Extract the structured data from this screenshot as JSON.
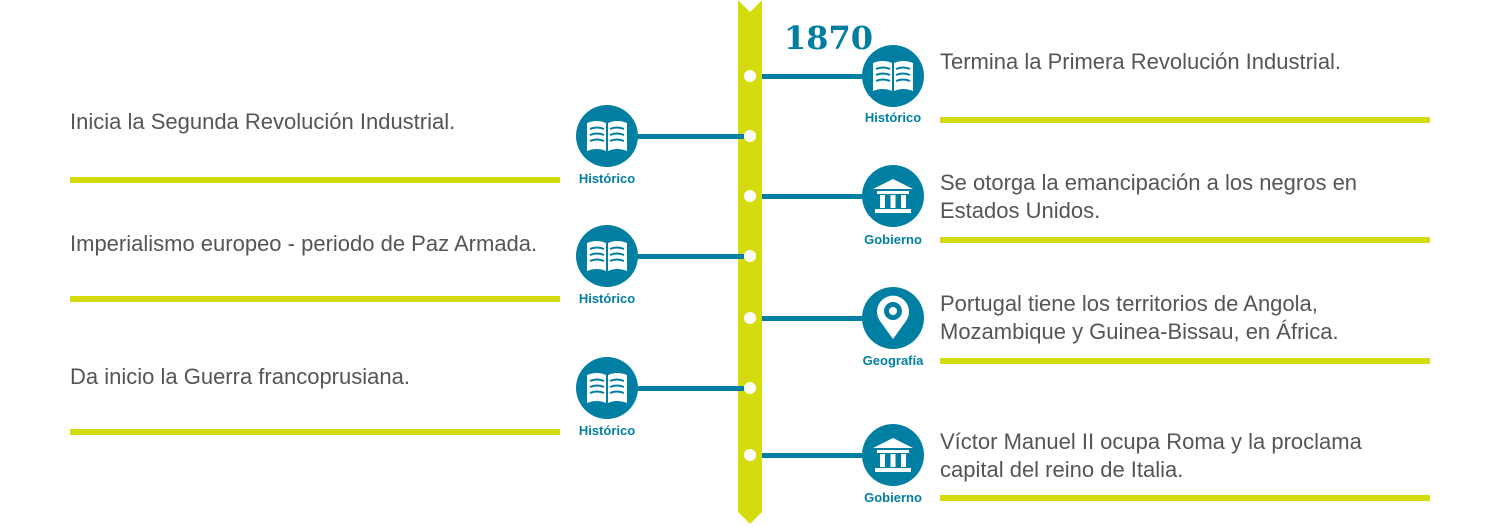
{
  "year": "1870",
  "colors": {
    "accent": "#007fa3",
    "line": "#d4dc0e"
  },
  "left": [
    {
      "text": "Inicia la Segunda Revolución Industrial.",
      "category": "Histórico",
      "icon": "book-icon"
    },
    {
      "text": "Imperialismo europeo - periodo de Paz Armada.",
      "category": "Histórico",
      "icon": "book-icon"
    },
    {
      "text": "Da inicio la Guerra francoprusiana.",
      "category": "Histórico",
      "icon": "book-icon"
    }
  ],
  "right": [
    {
      "text": "Termina la Primera Revolución Industrial.",
      "category": "Histórico",
      "icon": "book-icon"
    },
    {
      "text": "Se otorga la emancipación a los negros en Estados Unidos.",
      "category": "Gobierno",
      "icon": "government-building-icon"
    },
    {
      "text": "Portugal tiene los territorios de Angola, Mozambique y Guinea-Bissau, en África.",
      "category": "Geografía",
      "icon": "map-pin-icon"
    },
    {
      "text": "Víctor Manuel II ocupa Roma y la proclama capital del reino de Italia.",
      "category": "Gobierno",
      "icon": "government-building-icon"
    }
  ]
}
